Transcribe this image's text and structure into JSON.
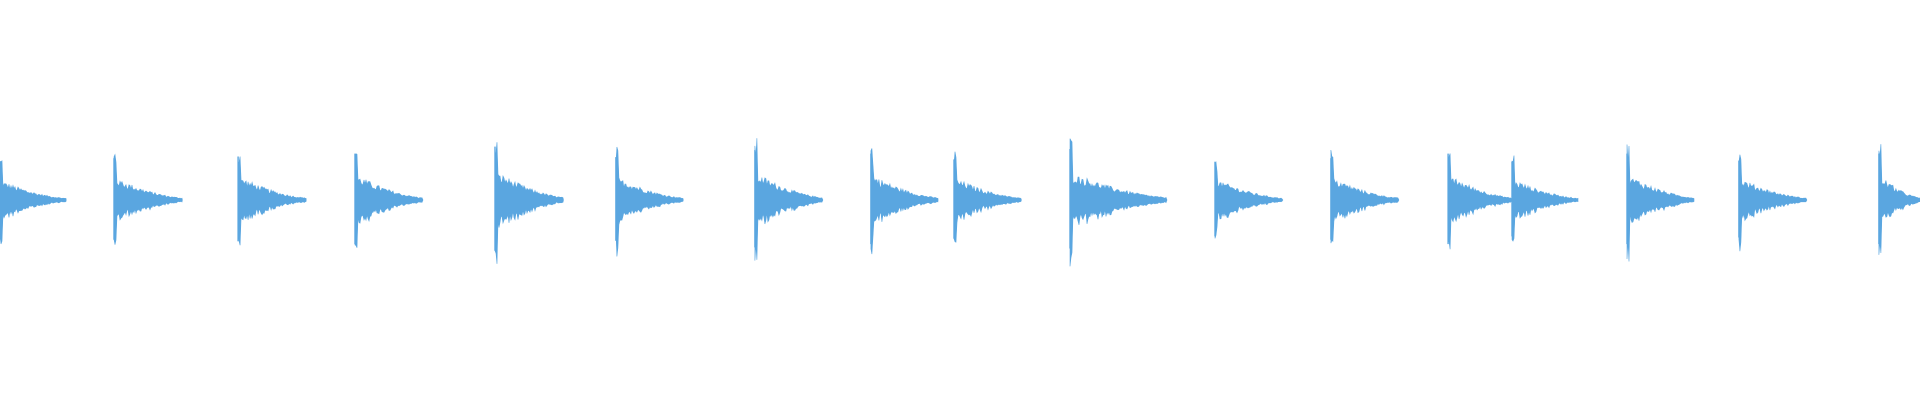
{
  "waveform": {
    "color": "#5aa6e0",
    "background": "#ffffff",
    "duration_fraction_note": "",
    "hits": [
      {
        "onset": 0.0,
        "decay": 0.0345,
        "peak": 0.62
      },
      {
        "onset": 0.0594,
        "decay": 0.0356,
        "peak": 0.72
      },
      {
        "onset": 0.124,
        "decay": 0.0355,
        "peak": 0.75
      },
      {
        "onset": 0.1849,
        "decay": 0.0354,
        "peak": 0.8
      },
      {
        "onset": 0.2578,
        "decay": 0.0357,
        "peak": 0.92
      },
      {
        "onset": 0.3208,
        "decay": 0.0351,
        "peak": 0.74
      },
      {
        "onset": 0.3932,
        "decay": 0.0354,
        "peak": 0.86
      },
      {
        "onset": 0.4536,
        "decay": 0.035,
        "peak": 0.8
      },
      {
        "onset": 0.4969,
        "decay": 0.0351,
        "peak": 0.7
      },
      {
        "onset": 0.5573,
        "decay": 0.0505,
        "peak": 0.88
      },
      {
        "onset": 0.6328,
        "decay": 0.0354,
        "peak": 0.66
      },
      {
        "onset": 0.6932,
        "decay": 0.0354,
        "peak": 0.72
      },
      {
        "onset": 0.7542,
        "decay": 0.0333,
        "peak": 0.8
      },
      {
        "onset": 0.7875,
        "decay": 0.0344,
        "peak": 0.66
      },
      {
        "onset": 0.8474,
        "decay": 0.0349,
        "peak": 0.8
      },
      {
        "onset": 0.9057,
        "decay": 0.0354,
        "peak": 0.68
      },
      {
        "onset": 0.9786,
        "decay": 0.0214,
        "peak": 0.8
      }
    ]
  }
}
